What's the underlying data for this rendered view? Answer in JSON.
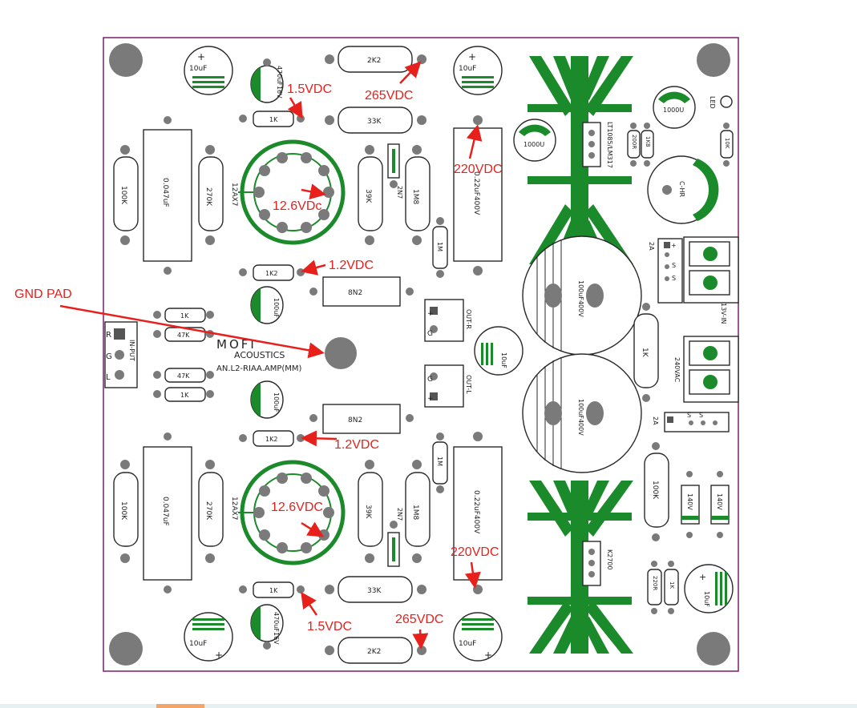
{
  "annotations": {
    "gnd_pad": "GND PAD",
    "v_1_5_top": "1.5VDC",
    "v_265_top": "265VDC",
    "v_220_top": "220VDC",
    "v_12_6_top": "12.6VDc",
    "v_1_2_top": "1.2VDC",
    "v_1_2_bot": "1.2VDC",
    "v_12_6_bot": "12.6VDC",
    "v_220_bot": "220VDC",
    "v_1_5_bot": "1.5VDC",
    "v_265_bot": "265VDC"
  },
  "brand": {
    "logo": "MOFI",
    "name": "ACOUSTICS",
    "model": "AN.L2-RIAA.AMP(MM)"
  },
  "silkscreen": {
    "c10uf": "10uF",
    "c470": "470uF16V",
    "r1k": "1K",
    "r2k2": "2K2",
    "r33k": "33K",
    "r100k": "100K",
    "c047": "0.047uF",
    "r270k": "270K",
    "tube": "12AX7",
    "r39k": "39K",
    "c2n7": "2N7",
    "r1m8": "1M8",
    "c022": "0.22uF400V",
    "r1m": "1M",
    "r1k2": "1K2",
    "c8n2": "8N2",
    "c100uf": "100uF",
    "r47k": "47K",
    "input": "IN-PUT",
    "r": "R",
    "g": "G",
    "l": "L",
    "out_r": "OUT-R",
    "out_l": "OUT-L",
    "plus": "+",
    "c1000u": "1000U",
    "lt1085": "LT1085/LM317",
    "r200r": "200R",
    "r1k8": "1K8",
    "led": "LED",
    "r10k": "10K",
    "chr": "C-HR",
    "c100u400": "100uF400V",
    "f2a": "2A",
    "s": "S",
    "in13v": "13V-IN",
    "v240": "240VAC",
    "r1k_big": "1K",
    "r100k_big": "100K",
    "d140v": "140V",
    "k2700": "K2700",
    "r220r": "220R"
  },
  "colors": {
    "board_outline": "#7a1f6e",
    "copper": "#1a8a2a",
    "annotation": "#e8201c",
    "pad": "#7a7a7a"
  }
}
